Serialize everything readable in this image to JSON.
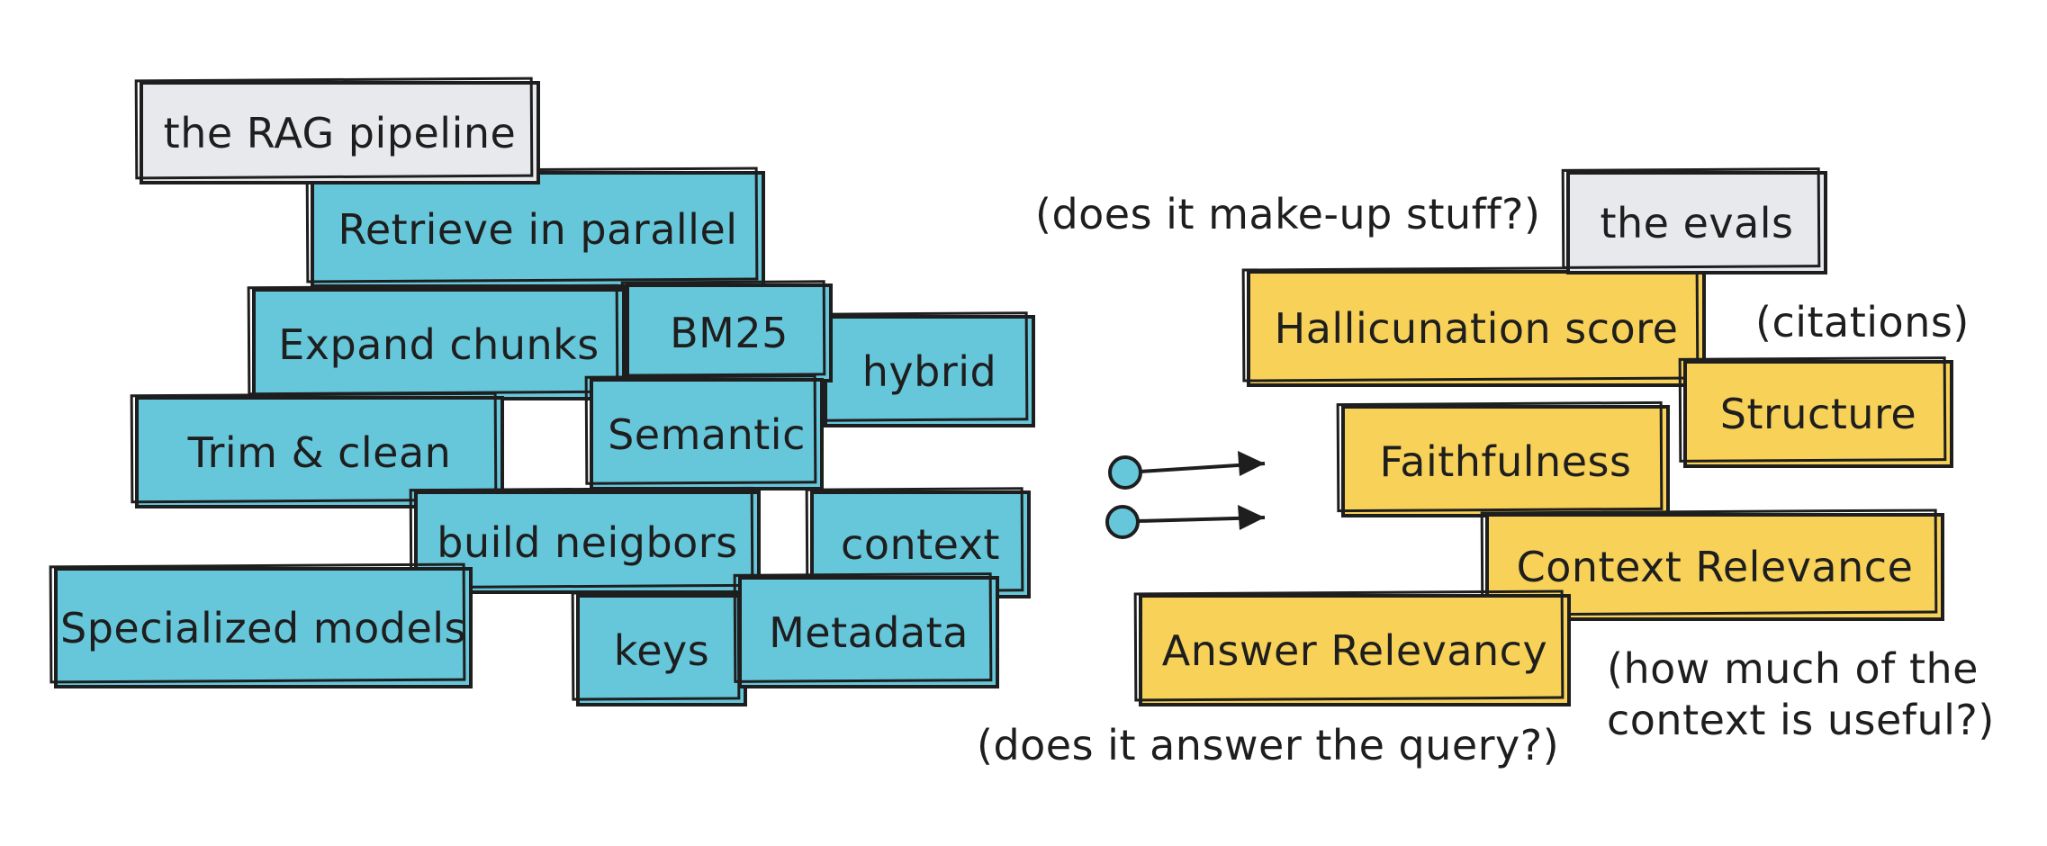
{
  "pipeline": {
    "title": "the RAG pipeline",
    "blocks": {
      "retrieve": "Retrieve in parallel",
      "expand": "Expand chunks",
      "bm25": "BM25",
      "hybrid": "hybrid",
      "trim": "Trim & clean",
      "semantic": "Semantic",
      "neighbors": "build neigbors",
      "context": "context",
      "specialized": "Specialized models",
      "keys": "keys",
      "metadata": "Metadata"
    }
  },
  "evals": {
    "title": "the evals",
    "metrics": {
      "hallucination": "Hallicunation score",
      "structure": "Structure",
      "faithfulness": "Faithfulness",
      "context_relevance": "Context Relevance",
      "answer_relevancy": "Answer Relevancy"
    },
    "notes": {
      "hallucination": "(does it make-up stuff?)",
      "structure": "(citations)",
      "context_relevance_1": "(how much of the",
      "context_relevance_2": "context is useful?)",
      "answer_relevancy": "(does it answer the query?)"
    }
  },
  "colors": {
    "pipeline_fill": "#66c6da",
    "eval_fill": "#f7d158",
    "title_fill": "#e8e9ed",
    "stroke": "#1e1e1e"
  }
}
